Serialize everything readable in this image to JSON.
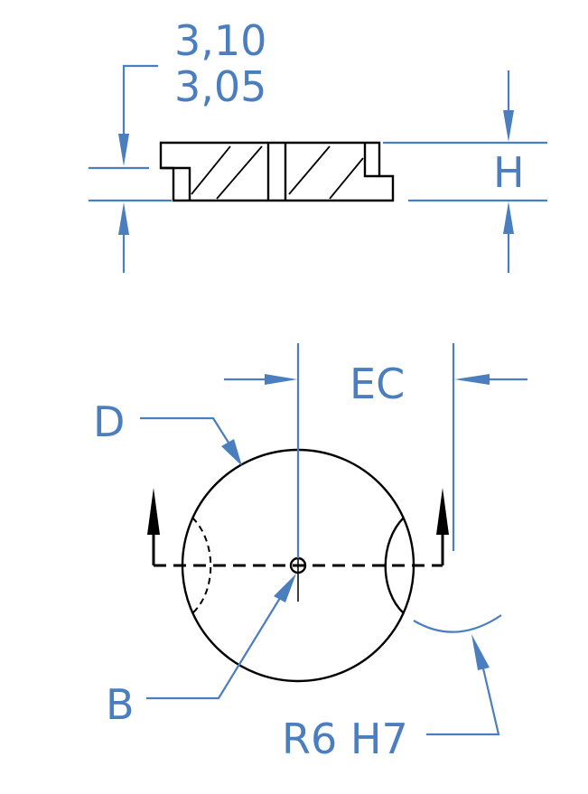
{
  "colors": {
    "dimension": "#4a7ebf",
    "geometry": "#000000",
    "background": "#ffffff"
  },
  "section_view": {
    "thickness_tolerance_upper": "3,10",
    "thickness_tolerance_lower": "3,05",
    "height_label": "H"
  },
  "plan_view": {
    "eccentricity_label": "EC",
    "diameter_label": "D",
    "bore_label": "B",
    "radius_label": "R6 H7"
  }
}
